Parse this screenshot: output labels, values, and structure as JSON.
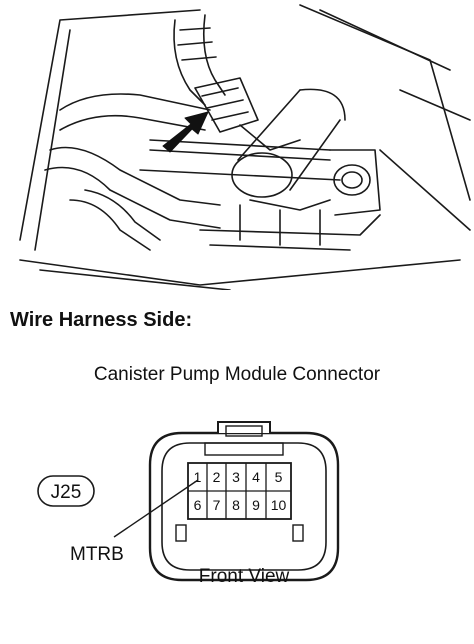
{
  "section_heading": "Wire Harness Side:",
  "connector_caption": "Canister Pump Module Connector",
  "connector_code": "J25",
  "pin_rows": [
    [
      "1",
      "2",
      "3",
      "4",
      "5"
    ],
    [
      "6",
      "7",
      "8",
      "9",
      "10"
    ]
  ],
  "pin_callout": "MTRB",
  "view_caption": "Front View",
  "arrow_icon": "solid-arrow-right"
}
